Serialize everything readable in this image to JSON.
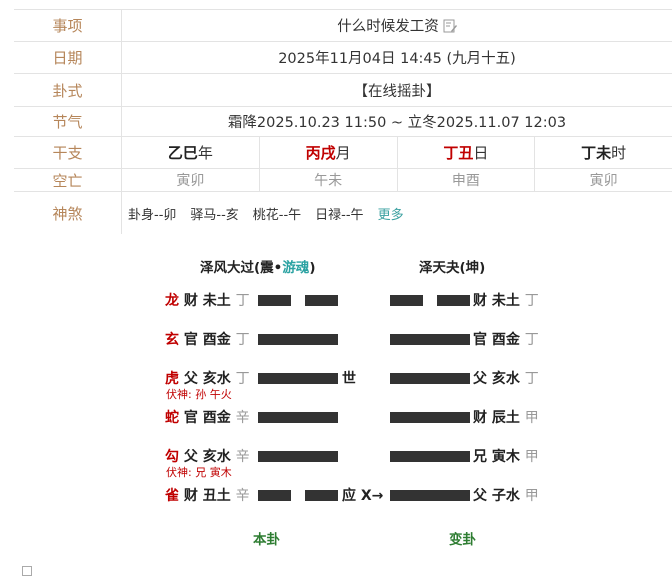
{
  "table": {
    "rows": {
      "item": {
        "label": "事项",
        "value": "什么时候发工资"
      },
      "date": {
        "label": "日期",
        "value": "2025年11月04日 14:45 (九月十五)"
      },
      "method": {
        "label": "卦式",
        "value": "【在线摇卦】"
      },
      "solar_term": {
        "label": "节气",
        "value": "霜降2025.10.23 11:50 ~ 立冬2025.11.07 12:03"
      },
      "ganzhi": {
        "label": "干支",
        "cells": [
          {
            "gz": "乙巳",
            "unit": "年"
          },
          {
            "gz": "丙戌",
            "unit": "月"
          },
          {
            "gz": "丁丑",
            "unit": "日"
          },
          {
            "gz": "丁未",
            "unit": "时"
          }
        ]
      },
      "kongwang": {
        "label": "空亡",
        "cells": [
          "寅卯",
          "午未",
          "申酉",
          "寅卯"
        ]
      },
      "shensha": {
        "label": "神煞",
        "items": [
          "卦身--卯",
          "驿马--亥",
          "桃花--午",
          "日禄--午"
        ],
        "more": "更多"
      }
    }
  },
  "hexagram": {
    "main_title": {
      "name": "泽风大过(震•",
      "tag": "游魂",
      "end": ")"
    },
    "changed_title": "泽天夬(坤)",
    "lines": [
      {
        "beast": "龙",
        "main": "财 未土",
        "main_gan": "丁",
        "changed": "财 未土",
        "changed_gan": "丁",
        "main_yin": true,
        "changed_yin": true,
        "marker": "",
        "fushen": ""
      },
      {
        "beast": "玄",
        "main": "官 酉金",
        "main_gan": "丁",
        "changed": "官 酉金",
        "changed_gan": "丁",
        "main_yin": false,
        "changed_yin": false,
        "marker": "",
        "fushen": ""
      },
      {
        "beast": "虎",
        "main": "父 亥水",
        "main_gan": "丁",
        "changed": "父 亥水",
        "changed_gan": "丁",
        "main_yin": false,
        "changed_yin": false,
        "marker": "世",
        "fushen": "伏神: 孙 午火"
      },
      {
        "beast": "蛇",
        "main": "官 酉金",
        "main_gan": "辛",
        "changed": "财 辰土",
        "changed_gan": "甲",
        "main_yin": false,
        "changed_yin": false,
        "marker": "",
        "fushen": ""
      },
      {
        "beast": "勾",
        "main": "父 亥水",
        "main_gan": "辛",
        "changed": "兄 寅木",
        "changed_gan": "甲",
        "main_yin": false,
        "changed_yin": false,
        "marker": "",
        "fushen": "伏神: 兄 寅木"
      },
      {
        "beast": "雀",
        "main": "财 丑土",
        "main_gan": "辛",
        "changed": "父 子水",
        "changed_gan": "甲",
        "main_yin": true,
        "changed_yin": false,
        "marker": "应 X→",
        "fushen": ""
      }
    ],
    "bottom": {
      "main": "本卦",
      "changed": "变卦"
    }
  },
  "colors": {
    "label": "#b6865a",
    "accent_red": "#c00000",
    "teal": "#2aa2a2",
    "green": "#2e7d32"
  }
}
